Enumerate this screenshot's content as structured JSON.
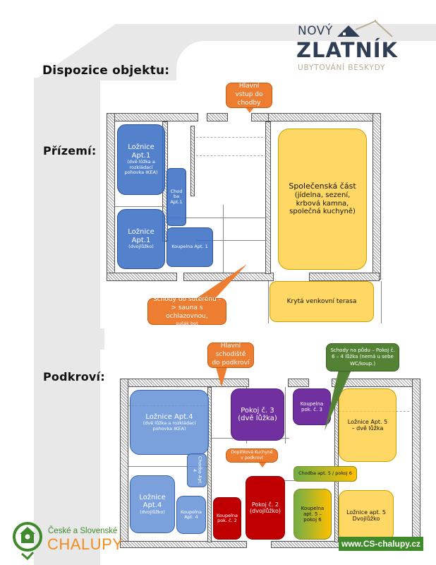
{
  "logo": {
    "line1": "NOVÝ",
    "line2": "ZLATNÍK",
    "tagline": "UBYTOVÁNÍ BESKYDY",
    "color_dark": "#2f3d55",
    "color_tan": "#b9ad92"
  },
  "headings": {
    "main": "Dispozice objektu:",
    "ground_floor": "Přízemí:",
    "attic": "Podkroví:"
  },
  "ground_floor": {
    "rooms": [
      {
        "title": "Ložnice Apt.1",
        "note": "(dvě lůžka a rozkládací pohovka IKEA)"
      },
      {
        "title": "Ložnice Apt.1",
        "note": "(dvojlůžko)"
      },
      {
        "title": "Chod ba Apt.1"
      },
      {
        "title": "Koupelna Apt. 1"
      },
      {
        "title": "Společenská část",
        "note": "(jídelna, sezení, krbová kamna, společná kuchyně)"
      },
      {
        "title": "Krytá venkovní terasa"
      }
    ],
    "callouts": [
      {
        "text": "Hlavní vstup do chodby"
      },
      {
        "text": "Schody do suterénu -> sauna s ochlazovnou,",
        "note": "sušák bot"
      }
    ]
  },
  "attic": {
    "rooms": [
      {
        "title": "Ložnice Apt.4",
        "note": "(dvě lůžka a rozkládací pohovka IKEA)"
      },
      {
        "title": "Pokoj č. 3",
        "note": "(dvě lůžka)"
      },
      {
        "title": "Koupelna pok. č. 3"
      },
      {
        "title": "Ložnice Apt. 5",
        "note": "– dvě lůžka"
      },
      {
        "title": "Chodba Apt. 4"
      },
      {
        "title": "Ložnice Apt.4",
        "note": "(dvojlůžko)"
      },
      {
        "title": "Koupelna Apt. 4"
      },
      {
        "title": "Koupelna pok. č. 2"
      },
      {
        "title": "Pokoj č. 2",
        "note": "(dvojlůžko)"
      },
      {
        "title": "Chodba apt. 5 / pokoj 6"
      },
      {
        "title": "Koupelna apt. 5 – pokoj 6"
      },
      {
        "title": "Ložnice apt. 5",
        "note": "Dvojlůžko"
      }
    ],
    "callouts": [
      {
        "text": "Hlavní schodiště do podkroví"
      },
      {
        "text": "Schody na půdu – Pokoj č. 6 – 4 lůžka (nemá u sebe WC/koup.)"
      },
      {
        "text": "Doplňková Kuchyně v podkroví"
      }
    ]
  },
  "footer": {
    "brand_line1": "České a Slovenské",
    "brand_line2": "CHALUPY",
    "website": "www.CS-chalupy.cz",
    "brand_green": "#3f8a2a",
    "brand_orange": "#f28c1e"
  },
  "colors": {
    "blue": "#4472c4",
    "yellow": "#ffc000",
    "purple": "#7030a0",
    "red": "#c00000",
    "orange": "#ed7d31",
    "green": "#548235"
  }
}
